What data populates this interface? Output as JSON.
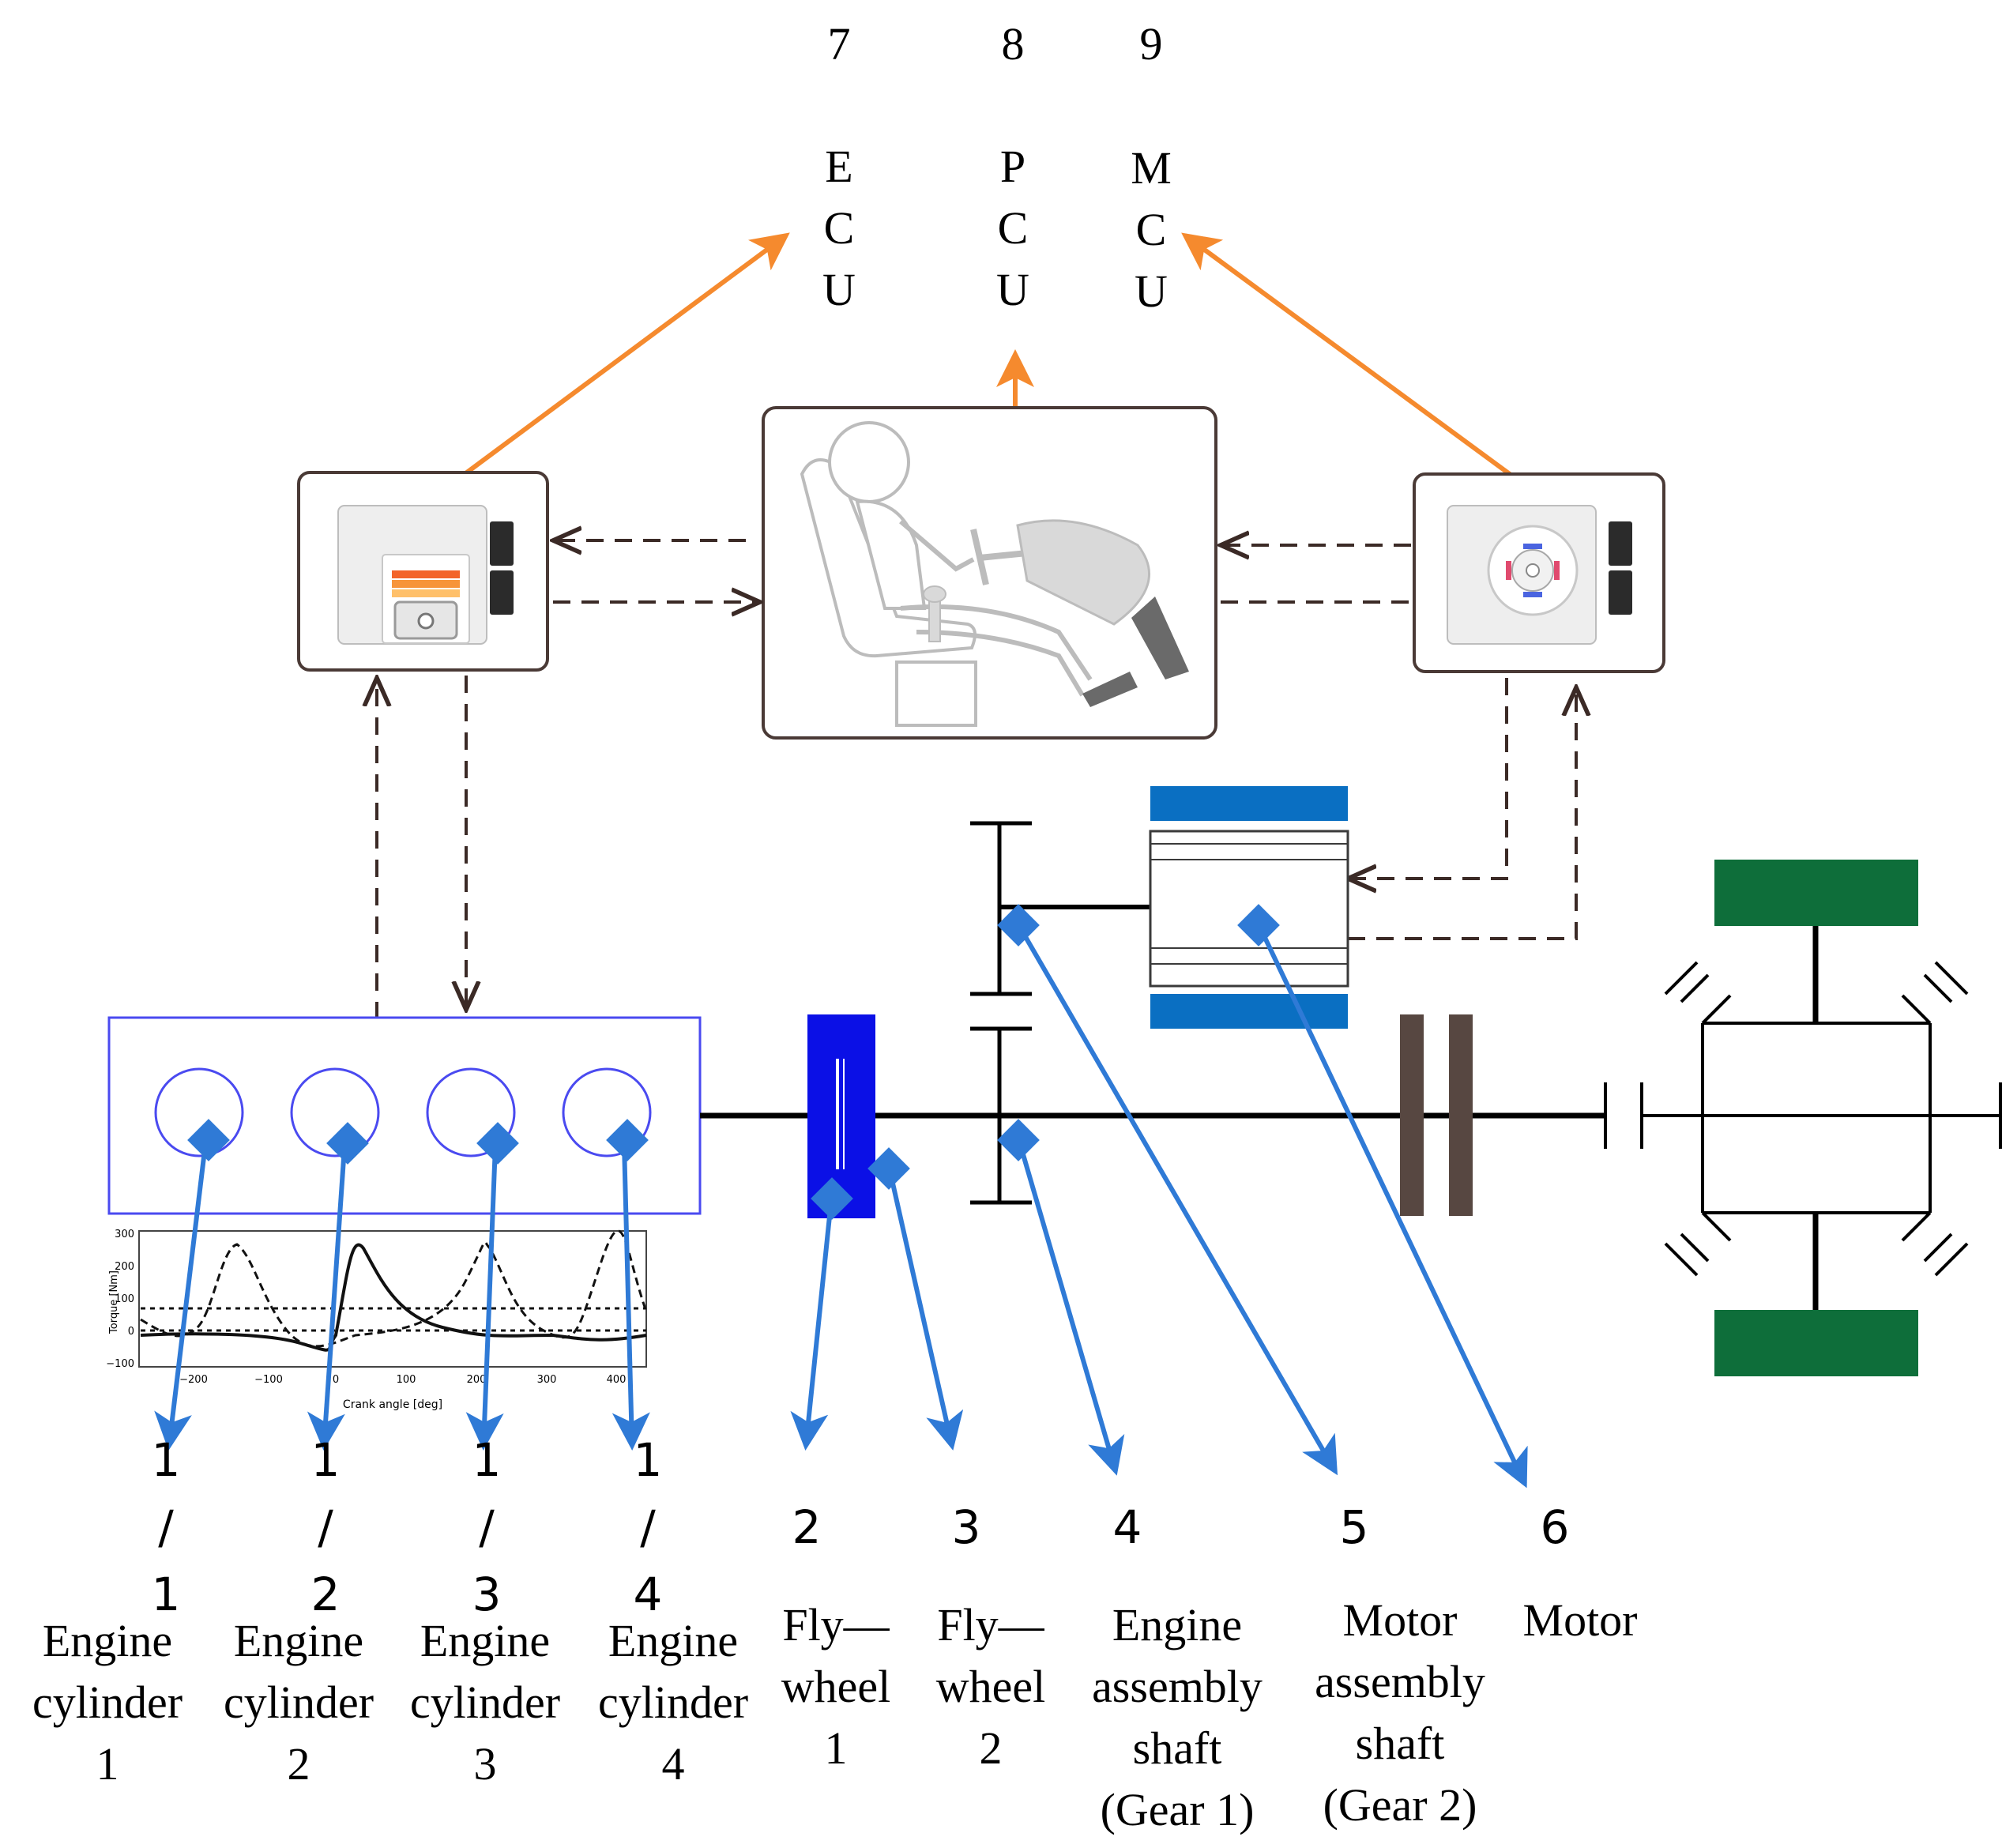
{
  "controllers": [
    {
      "number": "7",
      "letters": [
        "E",
        "C",
        "U"
      ]
    },
    {
      "number": "8",
      "letters": [
        "P",
        "C",
        "U"
      ]
    },
    {
      "number": "9",
      "letters": [
        "M",
        "C",
        "U"
      ]
    }
  ],
  "components": [
    {
      "number": "1",
      "sub": "1",
      "lines": [
        "Engine",
        "cylinder",
        "1"
      ]
    },
    {
      "number": "1",
      "sub": "2",
      "lines": [
        "Engine",
        "cylinder",
        "2"
      ]
    },
    {
      "number": "1",
      "sub": "3",
      "lines": [
        "Engine",
        "cylinder",
        "3"
      ]
    },
    {
      "number": "1",
      "sub": "4",
      "lines": [
        "Engine",
        "cylinder",
        "4"
      ]
    },
    {
      "number": "2",
      "lines": [
        "Fly—",
        "wheel",
        "1"
      ]
    },
    {
      "number": "3",
      "lines": [
        "Fly—",
        "wheel",
        "2"
      ]
    },
    {
      "number": "4",
      "lines": [
        "Engine",
        "assembly",
        "shaft",
        "(Gear 1)"
      ]
    },
    {
      "number": "5",
      "lines": [
        "Motor",
        "assembly",
        "shaft",
        "(Gear 2)"
      ]
    },
    {
      "number": "6",
      "lines": [
        "Motor"
      ]
    }
  ],
  "slash": "/",
  "torque_plot": {
    "ylabel": "Torque [Nm]",
    "xlabel": "Crank angle [deg]",
    "yticks": [
      "300",
      "200",
      "100",
      "0",
      "−100"
    ],
    "xticks": [
      "−200",
      "−100",
      "0",
      "100",
      "200",
      "300",
      "400"
    ]
  },
  "colors": {
    "orange": "#f58a2e",
    "blue_arrow": "#2f7ad6",
    "flywheel": "#0b10e6",
    "motor_blue": "#0a6fc2",
    "wheel_green": "#0e6e3a",
    "clutch_brown": "#574741",
    "engine_outline": "#4a4af0"
  }
}
